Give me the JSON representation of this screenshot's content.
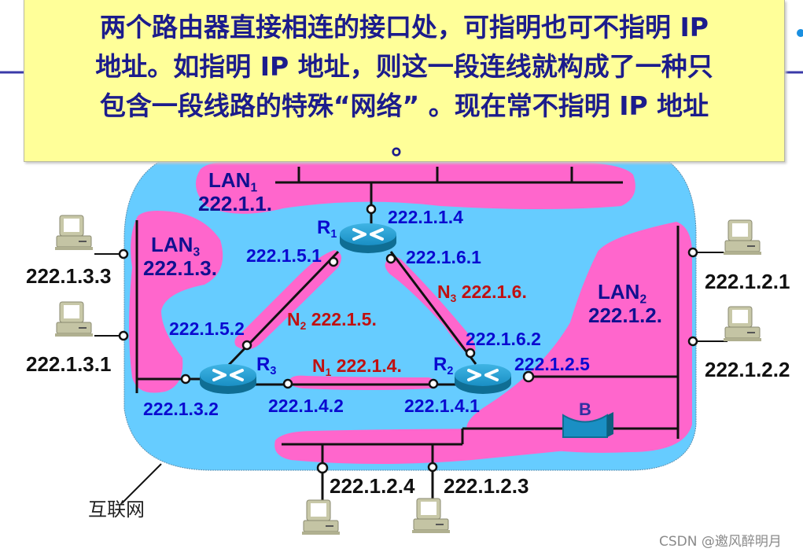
{
  "callout": {
    "lines": [
      "两个路由器直接相连的接口处，可指明也可不指明  IP",
      "地址。如指明  IP  地址，则这一段连线就构成了一种只",
      "包含一段线路的特殊“网络”  。现在常不指明  IP  地址",
      "。"
    ]
  },
  "colors": {
    "internet_fill": "#66ccff",
    "network_highlight": "#ff66cc",
    "callout_bg": "#ffff99",
    "callout_text": "#1c1c8c",
    "address_blue": "#0a0ad0",
    "network_red": "#c01010",
    "lan_navy": "#101090"
  },
  "internet": {
    "label": "互联网"
  },
  "lans": [
    {
      "id": "LAN1",
      "name": "LAN",
      "sub": "1",
      "prefix": "222.1.1."
    },
    {
      "id": "LAN2",
      "name": "LAN",
      "sub": "2",
      "prefix": "222.1.2."
    },
    {
      "id": "LAN3",
      "name": "LAN",
      "sub": "3",
      "prefix": "222.1.3."
    }
  ],
  "p2p_networks": [
    {
      "id": "N1",
      "name": "N",
      "sub": "1",
      "prefix": "222.1.4."
    },
    {
      "id": "N2",
      "name": "N",
      "sub": "2",
      "prefix": "222.1.5."
    },
    {
      "id": "N3",
      "name": "N",
      "sub": "3",
      "prefix": "222.1.6."
    }
  ],
  "routers": [
    {
      "id": "R1",
      "name": "R",
      "sub": "1",
      "interfaces": [
        "222.1.1.4",
        "222.1.5.1",
        "222.1.6.1"
      ]
    },
    {
      "id": "R2",
      "name": "R",
      "sub": "2",
      "interfaces": [
        "222.1.6.2",
        "222.1.2.5",
        "222.1.4.1"
      ]
    },
    {
      "id": "R3",
      "name": "R",
      "sub": "3",
      "interfaces": [
        "222.1.5.2",
        "222.1.3.2",
        "222.1.4.2"
      ]
    }
  ],
  "bridge": {
    "label": "B"
  },
  "hosts": [
    {
      "addr": "222.1.3.3"
    },
    {
      "addr": "222.1.3.1"
    },
    {
      "addr": "222.1.2.1"
    },
    {
      "addr": "222.1.2.2"
    },
    {
      "addr": "222.1.2.4"
    },
    {
      "addr": "222.1.2.3"
    }
  ],
  "watermark": "CSDN @邀风醉明月"
}
